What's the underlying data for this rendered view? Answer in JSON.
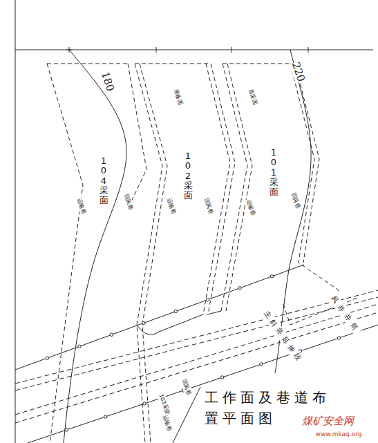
{
  "diagram": {
    "title": "工作面及巷道布置平面图",
    "nodes": [
      {
        "text": [
          "104采面",
          "运输巷",
          "回风巷"
        ]
      },
      {
        "text": [
          "准备面",
          "102采面",
          "运输巷",
          "回风巷"
        ]
      },
      {
        "text": [
          "首采面",
          "101采面",
          "运输巷",
          "回风巷"
        ]
      },
      {
        "text": [
          "103采面",
          "运输巷",
          "回风巷"
        ]
      }
    ],
    "edges": [],
    "labels": [
      "180",
      "220",
      "风井井筒",
      "主斜井延伸段",
      "煤矿安全网",
      "www.mkaq.org"
    ]
  }
}
